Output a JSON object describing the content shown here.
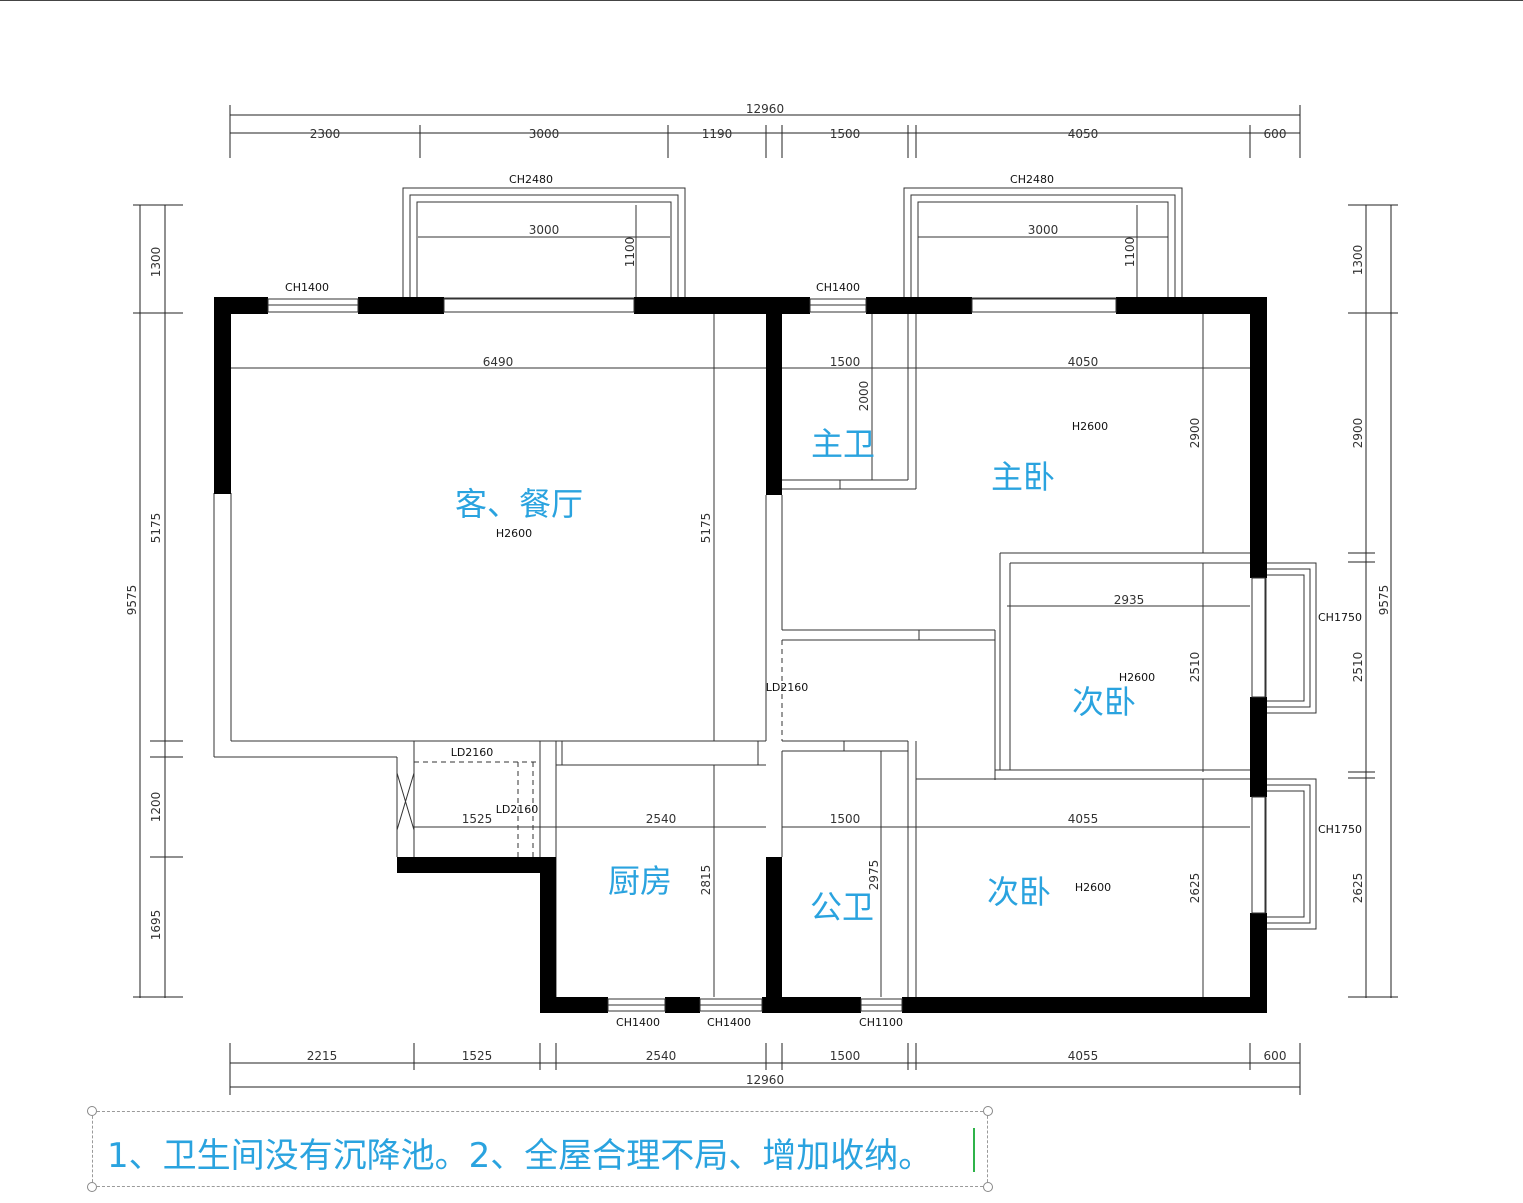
{
  "dims": {
    "top_total": "12960",
    "top_segments": [
      "2300",
      "3000",
      "1190",
      "1500",
      "4050",
      "600"
    ],
    "bottom_segments": [
      "2215",
      "1525",
      "2540",
      "1500",
      "4055",
      "600"
    ],
    "bottom_total": "12960",
    "left_segments": [
      "1300",
      "5175",
      "1200",
      "1695"
    ],
    "left_total": "9575",
    "right_segments": [
      "1300",
      "2900",
      "2510",
      "2625"
    ],
    "right_total": "9575",
    "balcony_width_left": "3000",
    "balcony_depth_left": "1100",
    "balcony_width_right": "3000",
    "balcony_depth_right": "1100",
    "living_width": "6490",
    "living_depth": "5175",
    "master_bath_width": "1500",
    "master_bath_depth": "2000",
    "master_bed_width": "4050",
    "master_bed_depth": "2900",
    "second_bed_width": "2935",
    "second_bed_depth": "2510",
    "corridor_width": "1525",
    "kitchen_width": "2540",
    "kitchen_depth": "2815",
    "public_bath_width": "1500",
    "public_bath_depth": "2975",
    "third_bed_width": "4055",
    "third_bed_depth": "2625"
  },
  "openings": {
    "balcony_left": "CH2480",
    "balcony_right": "CH2480",
    "window_living": "CH1400",
    "window_bath": "CH1400",
    "window_right_upper": "CH1750",
    "window_right_lower": "CH1750",
    "window_kitchen_1": "CH1400",
    "window_kitchen_2": "CH1400",
    "window_public_bath": "CH1100",
    "door_corridor": "LD2160",
    "door_entry": "LD2160",
    "door_kitchen": "LD2160"
  },
  "heights": {
    "living": "H2600",
    "master_bed": "H2600",
    "second_bed": "H2600",
    "third_bed": "H2600"
  },
  "rooms": {
    "living": "客、餐厅",
    "master_bath": "主卫",
    "master_bed": "主卧",
    "second_bed": "次卧",
    "kitchen": "厨房",
    "public_bath": "公卫",
    "third_bed": "次卧"
  },
  "note": "1、卫生间没有沉降池。2、全屋合理不局、增加收纳。"
}
